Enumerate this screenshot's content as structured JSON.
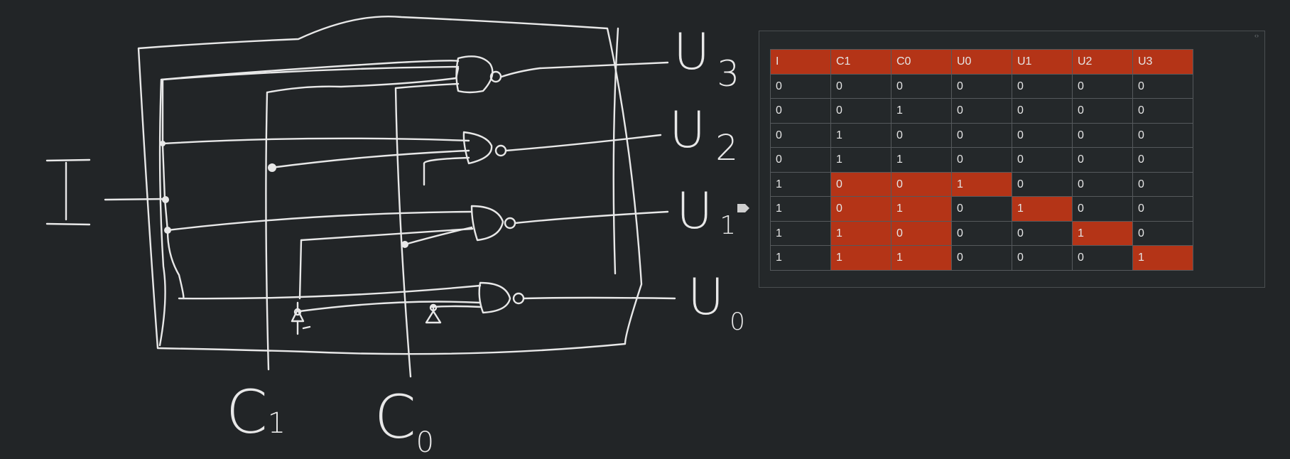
{
  "sketch": {
    "input_label": "I",
    "control_labels": [
      {
        "letter": "C",
        "index": "1"
      },
      {
        "letter": "C",
        "index": "0"
      }
    ],
    "output_labels": [
      {
        "letter": "U",
        "index": "3"
      },
      {
        "letter": "U",
        "index": "2"
      },
      {
        "letter": "U",
        "index": "1"
      },
      {
        "letter": "U",
        "index": "0"
      }
    ]
  },
  "truth_table": {
    "columns": [
      "I",
      "C1",
      "C0",
      "U0",
      "U1",
      "U2",
      "U3"
    ],
    "rows": [
      [
        "0",
        "0",
        "0",
        "0",
        "0",
        "0",
        "0"
      ],
      [
        "0",
        "0",
        "1",
        "0",
        "0",
        "0",
        "0"
      ],
      [
        "0",
        "1",
        "0",
        "0",
        "0",
        "0",
        "0"
      ],
      [
        "0",
        "1",
        "1",
        "0",
        "0",
        "0",
        "0"
      ],
      [
        "1",
        "0",
        "0",
        "1",
        "0",
        "0",
        "0"
      ],
      [
        "1",
        "0",
        "1",
        "0",
        "1",
        "0",
        "0"
      ],
      [
        "1",
        "1",
        "0",
        "0",
        "0",
        "1",
        "0"
      ],
      [
        "1",
        "1",
        "1",
        "0",
        "0",
        "0",
        "1"
      ]
    ],
    "highlighted_cells": [
      [
        4,
        1
      ],
      [
        4,
        2
      ],
      [
        4,
        3
      ],
      [
        5,
        1
      ],
      [
        5,
        2
      ],
      [
        5,
        4
      ],
      [
        6,
        1
      ],
      [
        6,
        2
      ],
      [
        6,
        5
      ],
      [
        7,
        1
      ],
      [
        7,
        2
      ],
      [
        7,
        6
      ]
    ],
    "highlight_color": "#b43417",
    "selected_row": 5
  },
  "panel_handle_icon": "resize-arrows-icon",
  "row_marker_icon": "row-pointer-icon"
}
